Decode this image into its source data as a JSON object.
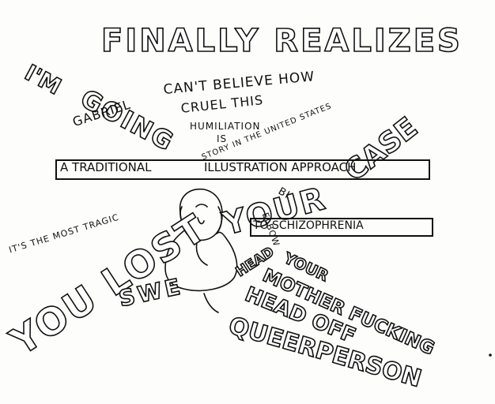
{
  "drawing": {
    "finally_realizes": "FINALLY REALIZES",
    "im": "I'M",
    "going": "GOING",
    "gabriel": "GABRIEL",
    "cant_believe_how": "CAN'T BELIEVE HOW",
    "cruel_this": "CRUEL THIS",
    "humiliation": "HUMILIATION",
    "is": "IS",
    "story_in_united_states": "STORY IN THE UNITED STATES",
    "case": "CASE",
    "traditional": "A TRADITIONAL",
    "illustration_approach": "ILLUSTRATION APPROACH",
    "most_tragic": "IT'S THE MOST TRAGIC",
    "you_lost": "YOU LOST",
    "your": "YOUR",
    "to_schizophrenia": "TO SCHIZOPHRENIA",
    "bi": "BI",
    "elbow": "ELBOW",
    "head": "HEAD",
    "swe": "SWE",
    "your2": "YOUR",
    "mother_fucking": "MOTHER FUCKING",
    "head_off": "HEAD OFF",
    "queerperson": "QUEERPERSON"
  },
  "colors": {
    "ink": "#111111",
    "paper": "#fdfdfc"
  }
}
